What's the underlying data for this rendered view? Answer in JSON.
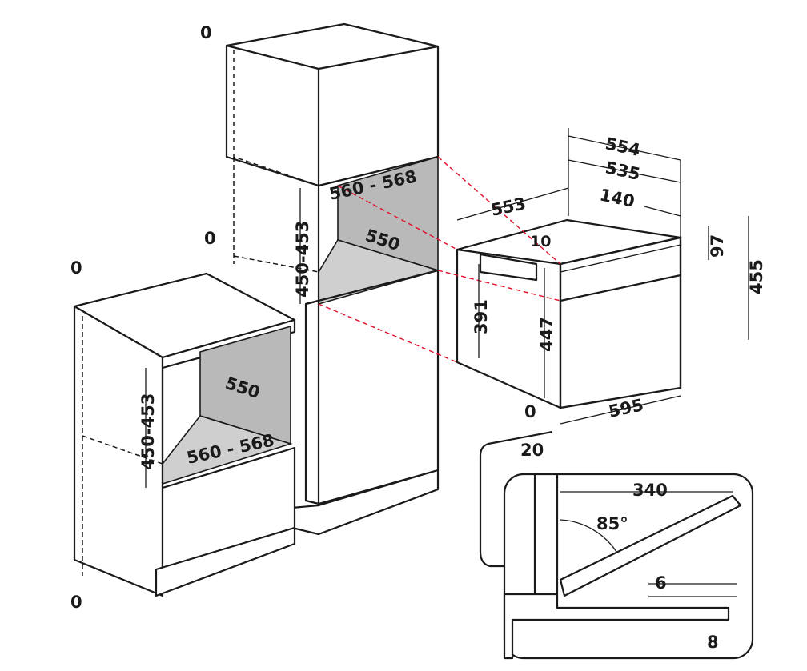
{
  "dimensions": {
    "tall_unit_top_clearance": "0",
    "tall_unit_side_clearance": "0",
    "tall_niche_width": "560 - 568",
    "tall_niche_depth": "550",
    "tall_niche_height": "450-453",
    "base_unit_top_clearance": "0",
    "base_unit_bottom_clearance": "0",
    "base_niche_depth": "550",
    "base_niche_width": "560 - 568",
    "base_niche_height": "450-453",
    "oven_depth_total": "554",
    "oven_depth_body": "535",
    "oven_depth_top": "140",
    "oven_side_depth": "553",
    "oven_panel_offset": "10",
    "oven_panel_height": "97",
    "oven_total_height": "455",
    "oven_body_height": "391",
    "oven_front_height": "447",
    "oven_width": "595",
    "oven_bottom_clearance": "0",
    "oven_front_protrusion": "20",
    "door_open_length": "340",
    "door_open_angle": "85°",
    "door_gap": "6",
    "door_bottom_gap": "8"
  }
}
